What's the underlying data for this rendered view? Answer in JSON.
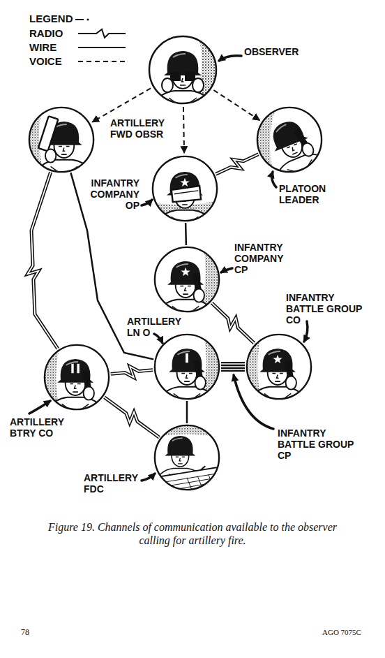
{
  "diagram": {
    "caption": "Figure 19. Channels of communication available to the observer calling for artillery fire.",
    "nodes": [
      {
        "text": [
          "OBSERVER"
        ]
      },
      {
        "text": [
          "ARTILLERY FWD OBSR"
        ]
      },
      {
        "text": [
          "INFANTRY COMPANY OP"
        ]
      },
      {
        "text": [
          "PLATOON LEADER"
        ]
      },
      {
        "text": [
          "INFANTRY COMPANY CP"
        ]
      },
      {
        "text": [
          "INFANTRY BATTLE GROUP CO"
        ]
      },
      {
        "text": [
          "ARTILLERY LN O"
        ]
      },
      {
        "text": [
          "ARTILLERY BTRY CO"
        ]
      },
      {
        "text": [
          "ARTILLERY FDC"
        ]
      }
    ],
    "edges": [
      {
        "from": 0,
        "to": 1,
        "arrow": "to"
      },
      {
        "from": 0,
        "to": 2,
        "arrow": "to"
      },
      {
        "from": 0,
        "to": 3,
        "arrow": "to"
      },
      {
        "from": 3,
        "to": 2,
        "arrow": "none"
      },
      {
        "from": 1,
        "to": 7,
        "arrow": "none"
      },
      {
        "from": 1,
        "to": 6,
        "arrow": "none"
      },
      {
        "from": 2,
        "to": 4,
        "arrow": "none"
      },
      {
        "from": 4,
        "to": 5,
        "arrow": "none"
      },
      {
        "from": 7,
        "to": 6,
        "arrow": "none"
      },
      {
        "from": 6,
        "to": 5,
        "arrow": "none"
      },
      {
        "from": 6,
        "to": 8,
        "arrow": "none"
      },
      {
        "from": 7,
        "to": 8,
        "arrow": "none"
      }
    ],
    "labels": [
      "LEGEND",
      "INFANTRY BATTLE GROUP CP",
      "78",
      "AGO 7075C"
    ],
    "legend": [
      {
        "text": "RADIO"
      },
      {
        "text": "WIRE"
      },
      {
        "text": "VOICE"
      }
    ]
  }
}
